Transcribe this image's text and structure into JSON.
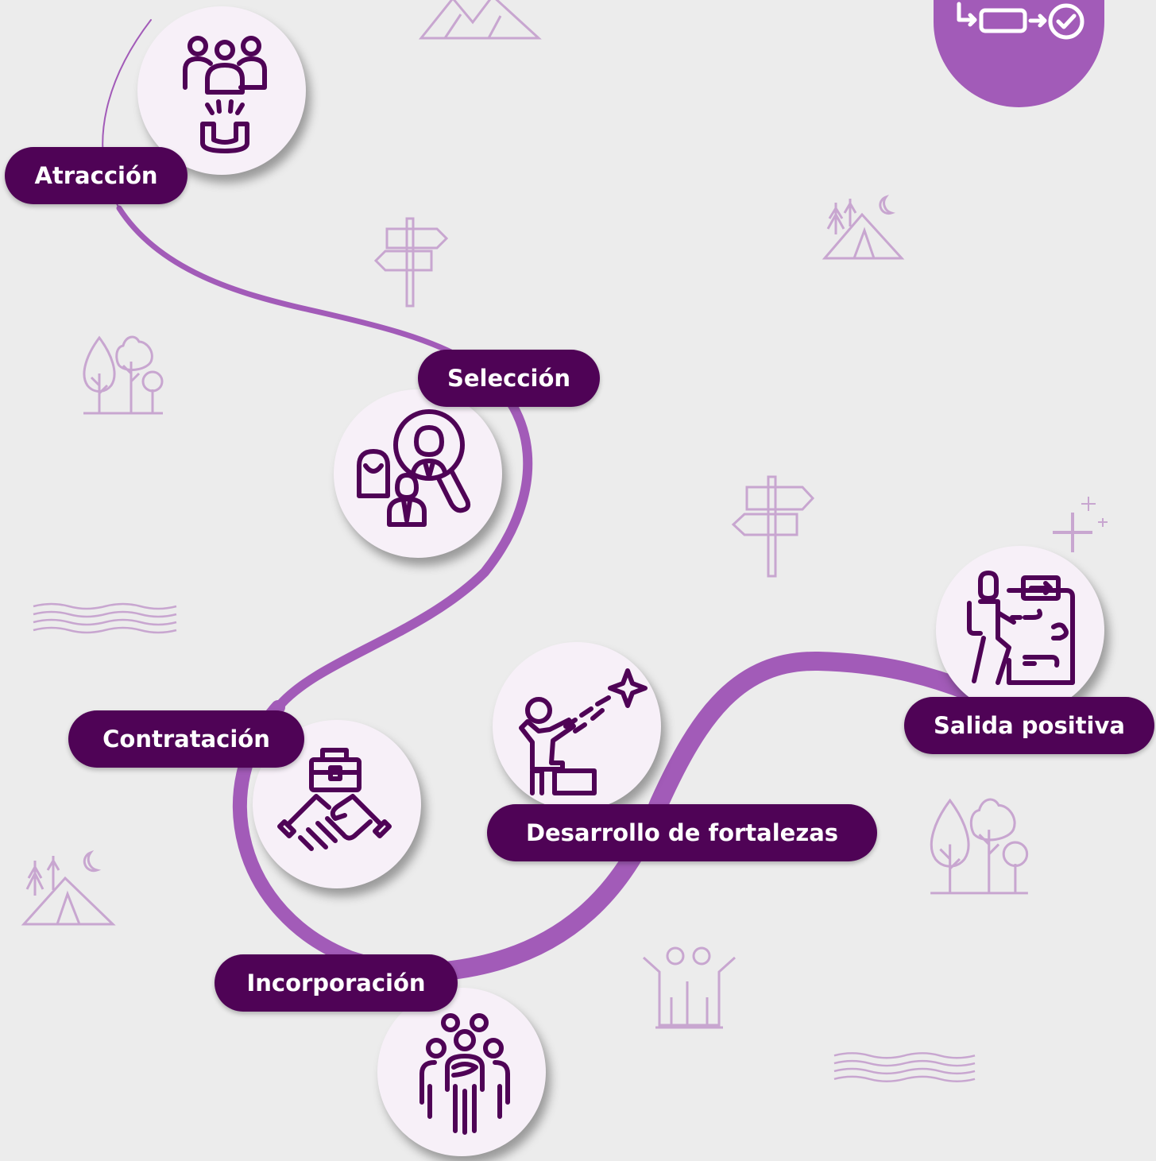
{
  "colors": {
    "background": "#ececec",
    "path": "#a25bb8",
    "label_bg": "#4f0356",
    "label_text": "#ffffff",
    "icon_stroke": "#4f0356",
    "circle_bg": "#f7f0f8",
    "decor": "#c8a6d0"
  },
  "badge": {
    "icon": "flow-to-check-icon"
  },
  "stages": [
    {
      "label": "Atracción",
      "icon": "people-magnet-icon"
    },
    {
      "label": "Selección",
      "icon": "candidate-search-icon"
    },
    {
      "label": "Contratación",
      "icon": "handshake-briefcase-icon"
    },
    {
      "label": "Incorporación",
      "icon": "team-group-icon"
    },
    {
      "label": "Desarrollo de fortalezas",
      "icon": "person-reaching-star-icon"
    },
    {
      "label": "Salida positiva",
      "icon": "hiker-map-icon"
    }
  ],
  "decorations": [
    "mountain-icon",
    "signpost-icon",
    "tent-icon",
    "trees-icon",
    "waves-icon",
    "sparkle-icon",
    "friends-icon"
  ]
}
